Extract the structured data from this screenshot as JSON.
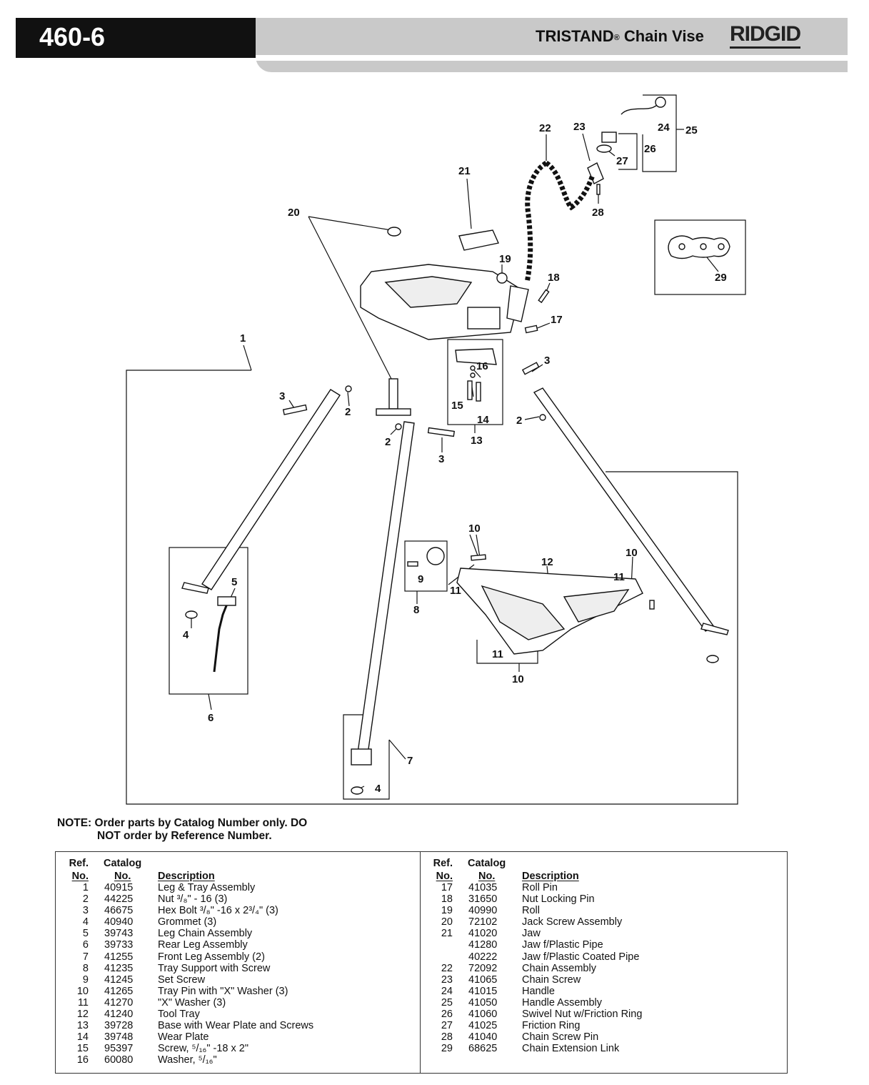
{
  "header": {
    "model": "460-6",
    "title": "TRISTAND",
    "title_suffix": " Chain Vise",
    "registered": "®",
    "brand": "RIDGID"
  },
  "diagram": {
    "callouts": [
      "1",
      "2",
      "3",
      "4",
      "5",
      "6",
      "7",
      "8",
      "9",
      "10",
      "11",
      "12",
      "13",
      "14",
      "15",
      "16",
      "17",
      "18",
      "19",
      "20",
      "21",
      "22",
      "23",
      "24",
      "25",
      "26",
      "27",
      "28",
      "29"
    ]
  },
  "note": {
    "line1": "NOTE: Order parts by Catalog Number only. DO",
    "line2": "NOT order by Reference Number."
  },
  "table": {
    "headers": {
      "ref_top": "Ref.",
      "ref_bottom": "No.",
      "cat_top": "Catalog",
      "cat_bottom": "No.",
      "desc": "Description"
    },
    "left_rows": [
      {
        "ref": "1",
        "cat": "40915",
        "desc": "Leg & Tray Assembly"
      },
      {
        "ref": "2",
        "cat": "44225",
        "desc": "Nut ³/₈\" - 16 (3)"
      },
      {
        "ref": "3",
        "cat": "46675",
        "desc": "Hex Bolt ³/₈\" -16 x 2³/₄\" (3)"
      },
      {
        "ref": "4",
        "cat": "40940",
        "desc": "Grommet (3)"
      },
      {
        "ref": "5",
        "cat": "39743",
        "desc": "Leg Chain Assembly"
      },
      {
        "ref": "6",
        "cat": "39733",
        "desc": "Rear Leg Assembly"
      },
      {
        "ref": "7",
        "cat": "41255",
        "desc": "Front Leg Assembly (2)"
      },
      {
        "ref": "8",
        "cat": "41235",
        "desc": "Tray Support with Screw"
      },
      {
        "ref": "9",
        "cat": "41245",
        "desc": "Set Screw"
      },
      {
        "ref": "10",
        "cat": "41265",
        "desc": "Tray Pin with \"X\" Washer (3)"
      },
      {
        "ref": "11",
        "cat": "41270",
        "desc": "\"X\" Washer (3)"
      },
      {
        "ref": "12",
        "cat": "41240",
        "desc": "Tool Tray"
      },
      {
        "ref": "13",
        "cat": "39728",
        "desc": "Base with Wear Plate and Screws"
      },
      {
        "ref": "14",
        "cat": "39748",
        "desc": "Wear Plate"
      },
      {
        "ref": "15",
        "cat": "95397",
        "desc": "Screw, ⁵/₁₆\" -18 x 2\""
      },
      {
        "ref": "16",
        "cat": "60080",
        "desc": "Washer, ⁵/₁₆\""
      }
    ],
    "right_rows": [
      {
        "ref": "17",
        "cat": "41035",
        "desc": "Roll Pin"
      },
      {
        "ref": "18",
        "cat": "31650",
        "desc": "Nut Locking Pin"
      },
      {
        "ref": "19",
        "cat": "40990",
        "desc": "Roll"
      },
      {
        "ref": "20",
        "cat": "72102",
        "desc": "Jack Screw Assembly"
      },
      {
        "ref": "21",
        "cat": "41020",
        "desc": "Jaw"
      },
      {
        "ref": "",
        "cat": "41280",
        "desc": "Jaw f/Plastic Pipe"
      },
      {
        "ref": "",
        "cat": "40222",
        "desc": "Jaw f/Plastic Coated Pipe"
      },
      {
        "ref": "22",
        "cat": "72092",
        "desc": "Chain Assembly"
      },
      {
        "ref": "23",
        "cat": "41065",
        "desc": "Chain Screw"
      },
      {
        "ref": "24",
        "cat": "41015",
        "desc": "Handle"
      },
      {
        "ref": "25",
        "cat": "41050",
        "desc": "Handle Assembly"
      },
      {
        "ref": "26",
        "cat": "41060",
        "desc": "Swivel Nut w/Friction Ring"
      },
      {
        "ref": "27",
        "cat": "41025",
        "desc": "Friction Ring"
      },
      {
        "ref": "28",
        "cat": "41040",
        "desc": "Chain Screw Pin"
      },
      {
        "ref": "29",
        "cat": "68625",
        "desc": "Chain Extension Link"
      }
    ]
  }
}
